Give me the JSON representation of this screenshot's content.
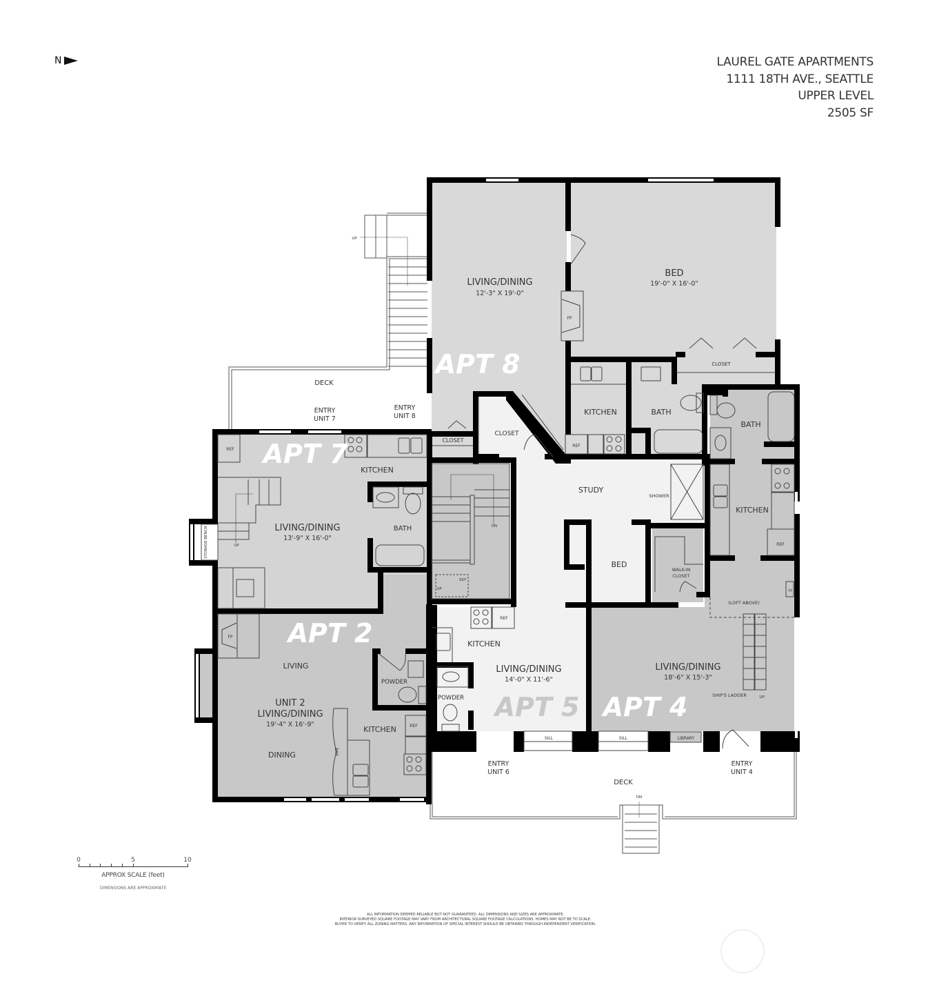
{
  "header": {
    "north_label": "N",
    "north_icon": "north-arrow-icon",
    "title_lines": [
      "LAUREL GATE APARTMENTS",
      "1111 18TH AVE., SEATTLE",
      "UPPER LEVEL",
      "2505 SF"
    ]
  },
  "colors": {
    "wall": "#000000",
    "room_dark": "#c8c8c8",
    "room_mid": "#d9d9d9",
    "room_light": "#f2f2f2",
    "apt_label": "#ffffff",
    "apt5_label": "#c8c8c8",
    "text": "#333333"
  },
  "apartments": {
    "apt8": {
      "label": "APT 8",
      "living": {
        "name": "LIVING/DINING",
        "dims": "12'-3\" X 19'-0\""
      },
      "bed": {
        "name": "BED",
        "dims": "19'-0\" X 16'-0\""
      },
      "fireplace": "FP",
      "closet": "CLOSET",
      "kitchen": "KITCHEN",
      "bath": "BATH",
      "ref": "REF",
      "up": "UP",
      "entry_closet": "CLOSET"
    },
    "apt7": {
      "label": "APT 7",
      "living": {
        "name": "LIVING/DINING",
        "dims": "13'-9\" X 16'-0\""
      },
      "kitchen": "KITCHEN",
      "bath": "BATH",
      "ref": "REF",
      "storage": "STORAGE BENCH",
      "up": "UP"
    },
    "apt2": {
      "label": "APT 2",
      "living": "LIVING",
      "unit": "UNIT 2",
      "living_dining": {
        "name": "LIVING/DINING",
        "dims": "19'-4\" X 16'-9\""
      },
      "dining": "DINING",
      "kitchen": "KITCHEN",
      "powder": "POWDER",
      "bar": "BAR",
      "ref": "REF",
      "fireplace": "FP"
    },
    "apt5": {
      "label": "APT 5",
      "living": {
        "name": "LIVING/DINING",
        "dims": "14'-0\" X 11'-6\""
      },
      "kitchen": "KITCHEN",
      "powder": "POWDER",
      "ref": "REF",
      "sill": "SILL"
    },
    "apt6": {
      "closet": "CLOSET",
      "study": "STUDY",
      "shower": "SHOWER",
      "bed": "BED",
      "walkin": [
        "WALK-IN",
        "CLOSET"
      ]
    },
    "apt4": {
      "label": "APT 4",
      "living": {
        "name": "LIVING/DINING",
        "dims": "18'-6\" X 15'-3\""
      },
      "kitchen": "KITCHEN",
      "bath": "BATH",
      "ref": "REF",
      "loft": "(LOFT ABOVE)",
      "ladder": "SHIP'S LADDER",
      "up": "UP",
      "sill": "SILL",
      "library": "LIBRARY",
      "h": "H"
    },
    "stair": {
      "dn": "DN",
      "up": "UP",
      "sky": "SKY"
    }
  },
  "exterior": {
    "deck_upper": "DECK",
    "entry7": [
      "ENTRY",
      "UNIT 7"
    ],
    "entry8": [
      "ENTRY",
      "UNIT 8"
    ],
    "deck_lower": "DECK",
    "entry6": [
      "ENTRY",
      "UNIT 6"
    ],
    "entry4": [
      "ENTRY",
      "UNIT 4"
    ],
    "dn": "DN",
    "up": "UP"
  },
  "scale": {
    "ticks": [
      "0",
      "5",
      "10"
    ],
    "caption": "APPROX SCALE (feet)",
    "note": "DIMENSIONS ARE APPROXIMATE"
  },
  "disclaimer": [
    "ALL INFORMATION DEEMED RELIABLE BUT NOT GUARANTEED. ALL DIMENSIONS AND SIZES ARE APPROXIMATE.",
    "INTERIOR SURVEYED SQUARE FOOTAGE MAY VARY FROM ARCHITECTURAL SQUARE FOOTAGE CALCULATIONS. HOMES MAY NOT BE TO SCALE.",
    "BUYER TO VERIFY ALL ZONING MATTERS. ANY INFORMATION OF SPECIAL INTEREST SHOULD BE OBTAINED THROUGH INDEPENDENT VERIFICATION."
  ]
}
